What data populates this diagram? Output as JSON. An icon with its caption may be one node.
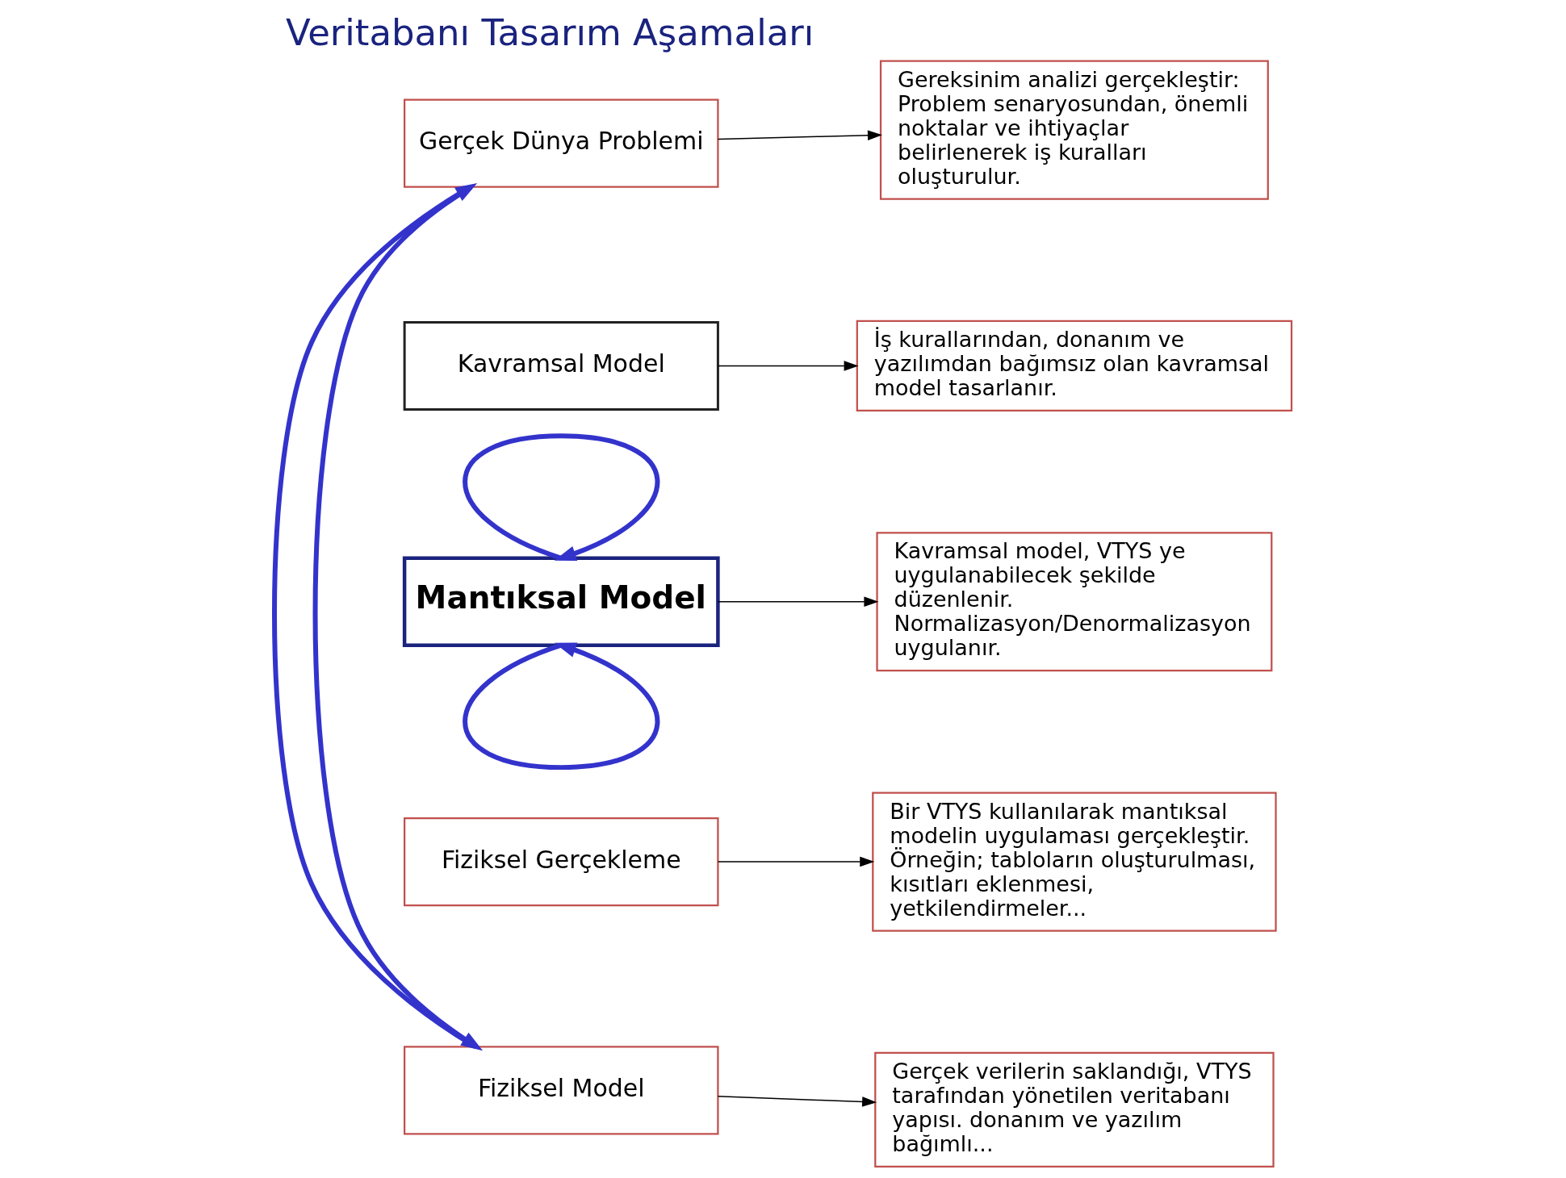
{
  "diagram": {
    "title": "Veritabanı Tasarım Aşamaları",
    "nodes": [
      {
        "text": [
          "Gerçek Dünya Problemi"
        ]
      },
      {
        "text": [
          "Kavramsal Model"
        ]
      },
      {
        "text": [
          "Mantıksal Model"
        ]
      },
      {
        "text": [
          "Fiziksel Gerçekleme"
        ]
      },
      {
        "text": [
          "Fiziksel Model"
        ]
      },
      {
        "text": [
          "Gereksinim analizi gerçekleştir: Problem senaryosundan, önemli noktalar ve ihtiyaçlar belirlenerek iş kuralları oluşturulur."
        ]
      },
      {
        "text": [
          "İş kurallarından, donanım ve yazılımdan bağımsız olan kavramsal model tasarlanır."
        ]
      },
      {
        "text": [
          "Kavramsal model, VTYS ye uygulanabilecek şekilde düzenlenir. Normalizasyon/Denormalizasyon uygulanır."
        ]
      },
      {
        "text": [
          "Bir VTYS kullanılarak mantıksal modelin uygulaması gerçekleştir. Örneğin; tabloların oluşturulması, kısıtları eklenmesi, yetkilendirmeler..."
        ]
      },
      {
        "text": [
          "Gerçek verilerin saklandığı, VTYS tarafından yönetilen veritabanı yapısı. donanım ve yazılım bağımlı..."
        ]
      }
    ],
    "edges": [
      {
        "from": 0,
        "to": 5,
        "arrow": "to"
      },
      {
        "from": 1,
        "to": 6,
        "arrow": "to"
      },
      {
        "from": 2,
        "to": 7,
        "arrow": "to"
      },
      {
        "from": 3,
        "to": 8,
        "arrow": "to"
      },
      {
        "from": 4,
        "to": 9,
        "arrow": "to"
      },
      {
        "from": 0,
        "to": 4,
        "arrow": "to",
        "style": "thick",
        "color": "#3333cc"
      },
      {
        "from": 4,
        "to": 0,
        "arrow": "to",
        "style": "thick",
        "color": "#3333cc"
      },
      {
        "from": 2,
        "to": 2,
        "arrow": "to",
        "style": "thick",
        "color": "#3333cc"
      },
      {
        "from": 2,
        "to": 2,
        "arrow": "to",
        "style": "thick",
        "color": "#3333cc"
      }
    ]
  }
}
